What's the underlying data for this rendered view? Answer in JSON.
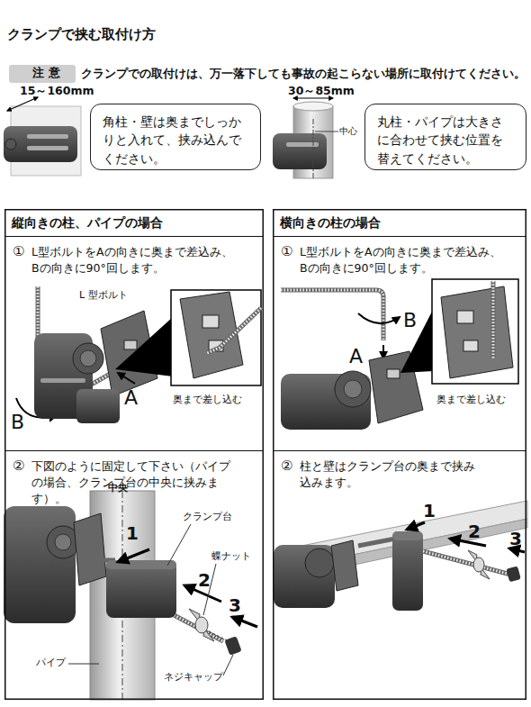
{
  "diagram": {
    "title": "クランプで挟む取付け方",
    "nodes": [
      {
        "text": [
          "注 意"
        ]
      },
      {
        "text": [
          "角柱・壁は奥までしっかりと入れて、挟み込んでください。"
        ]
      },
      {
        "text": [
          "丸柱・パイプは大きさに合わせて挟む位置を替えてください。"
        ]
      },
      {
        "text": [
          "縦向きの柱、パイプの場合"
        ]
      },
      {
        "text": [
          "①",
          "L型ボルトをAの向きに奥まで差込み、Bの向きに90°回します。"
        ],
        "in": 3
      },
      {
        "text": [
          "②",
          "下図のように固定して下さい（パイプの場合、クランプ台の中央に挟みます）。"
        ],
        "in": 3
      },
      {
        "text": [
          "横向きの柱の場合"
        ]
      },
      {
        "text": [
          "①",
          "L型ボルトをAの向きに奥まで差込み、Bの向きに90°回します。"
        ],
        "in": 6
      },
      {
        "text": [
          "②",
          "柱と壁はクランプ台の奥まで挟み込みます。"
        ],
        "in": 6
      }
    ],
    "labels": [
      "クランプでの取付けは、万一落下しても事故の起こらない場所に取付けてください。",
      "15～160mm",
      "30～85mm",
      "中心",
      "L 型ボルト",
      "A",
      "B",
      "奥まで差し込む",
      "中央",
      "クランプ台",
      "1",
      "2",
      "3",
      "蝶ナット",
      "パイプ",
      "ネジキャップ",
      "B",
      "A",
      "奥まで差し込む",
      "1",
      "2",
      "3"
    ]
  }
}
